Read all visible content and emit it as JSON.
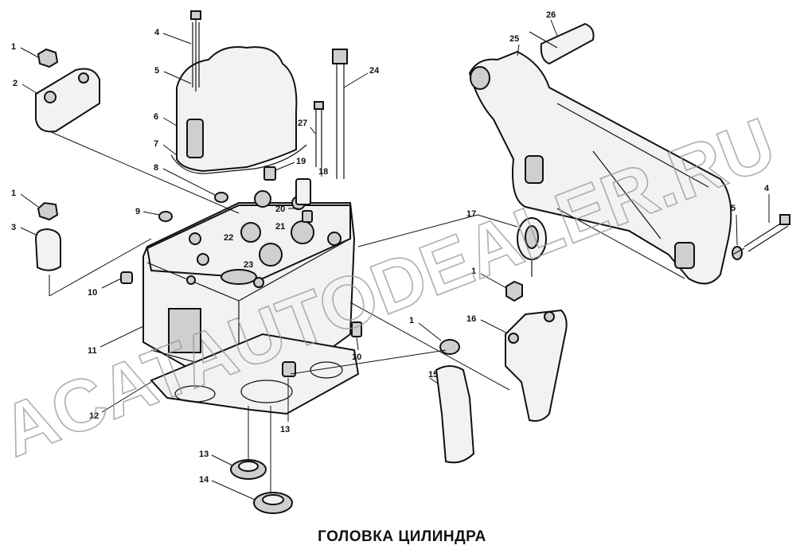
{
  "caption": "ГОЛОВКА ЦИЛИНДРА",
  "watermark": "ACATAUTODEALER.RU",
  "callouts": [
    "1",
    "2",
    "4",
    "5",
    "6",
    "7",
    "8",
    "1",
    "3",
    "9",
    "10",
    "11",
    "12",
    "13",
    "14",
    "13",
    "10",
    "20",
    "21",
    "22",
    "23",
    "19",
    "18",
    "27",
    "24",
    "25",
    "26",
    "17",
    "1",
    "16",
    "1",
    "15",
    "5",
    "4"
  ]
}
